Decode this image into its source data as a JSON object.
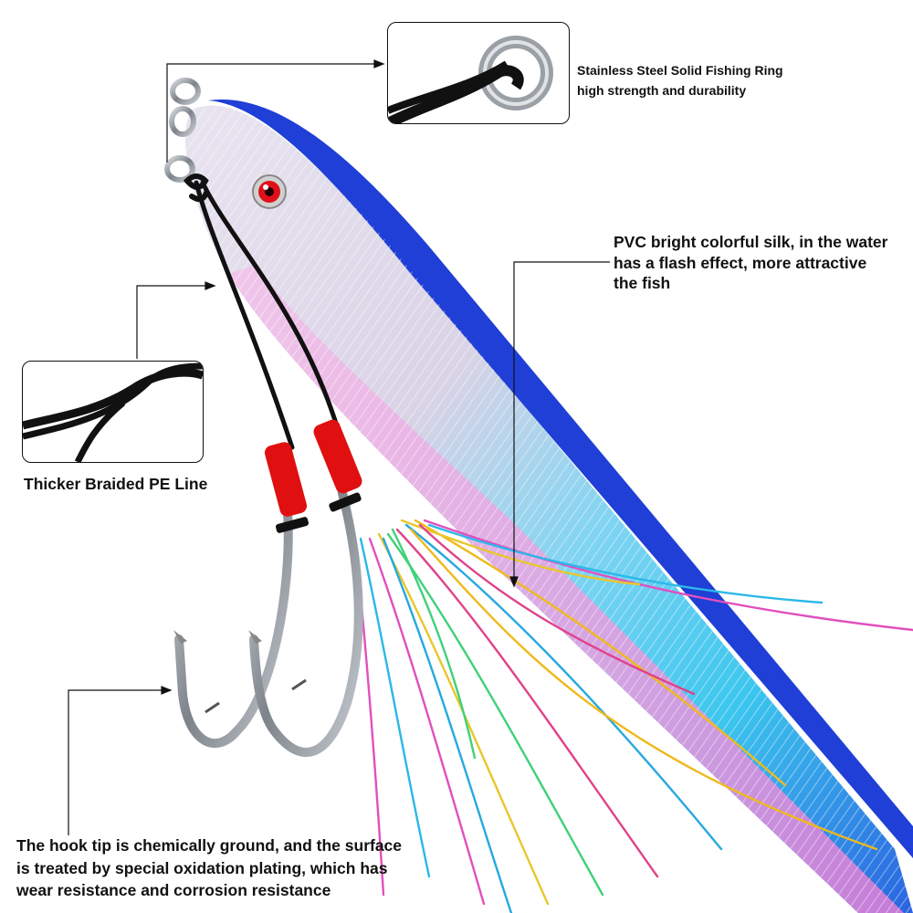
{
  "callouts": {
    "ring": {
      "title": "Stainless Steel Solid Fishing Ring",
      "subtitle": "high strength and durability"
    },
    "silk": {
      "line1": "PVC bright colorful silk, in the water",
      "line2": "has a flash effect, more attractive",
      "line3": "the fish"
    },
    "line": {
      "text": "Thicker Braided PE Line"
    },
    "hook": {
      "line1": "The hook tip is chemically ground, and the surface",
      "line2": "is treated by special oxidation plating, which has",
      "line3": "wear resistance and corrosion resistance"
    }
  },
  "colors": {
    "lure_blue": "#1f3fd6",
    "lure_cyan": "#28c8f0",
    "lure_pink": "#e08ad8",
    "lure_silver": "#e6e1ee",
    "hook_thread": "#e01010",
    "hook_steel": "#8f959c",
    "braid": "#111111"
  },
  "icons": [
    "solid-ring-icon",
    "braided-line-icon",
    "assist-hook-icon",
    "fish-eye-icon"
  ]
}
